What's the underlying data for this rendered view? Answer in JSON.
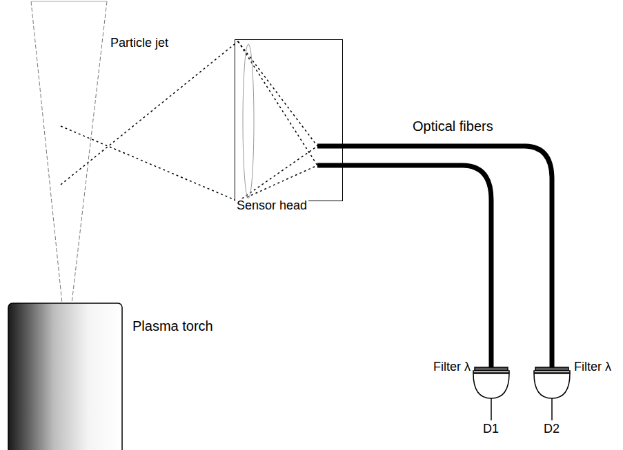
{
  "diagram": {
    "nodes": [
      {
        "text": [
          "Sensor head"
        ]
      }
    ],
    "labels": [
      "Particle jet",
      "Optical fibers",
      "Plasma torch",
      "Filter λ",
      "Filter λ",
      "D1",
      "D2"
    ]
  }
}
